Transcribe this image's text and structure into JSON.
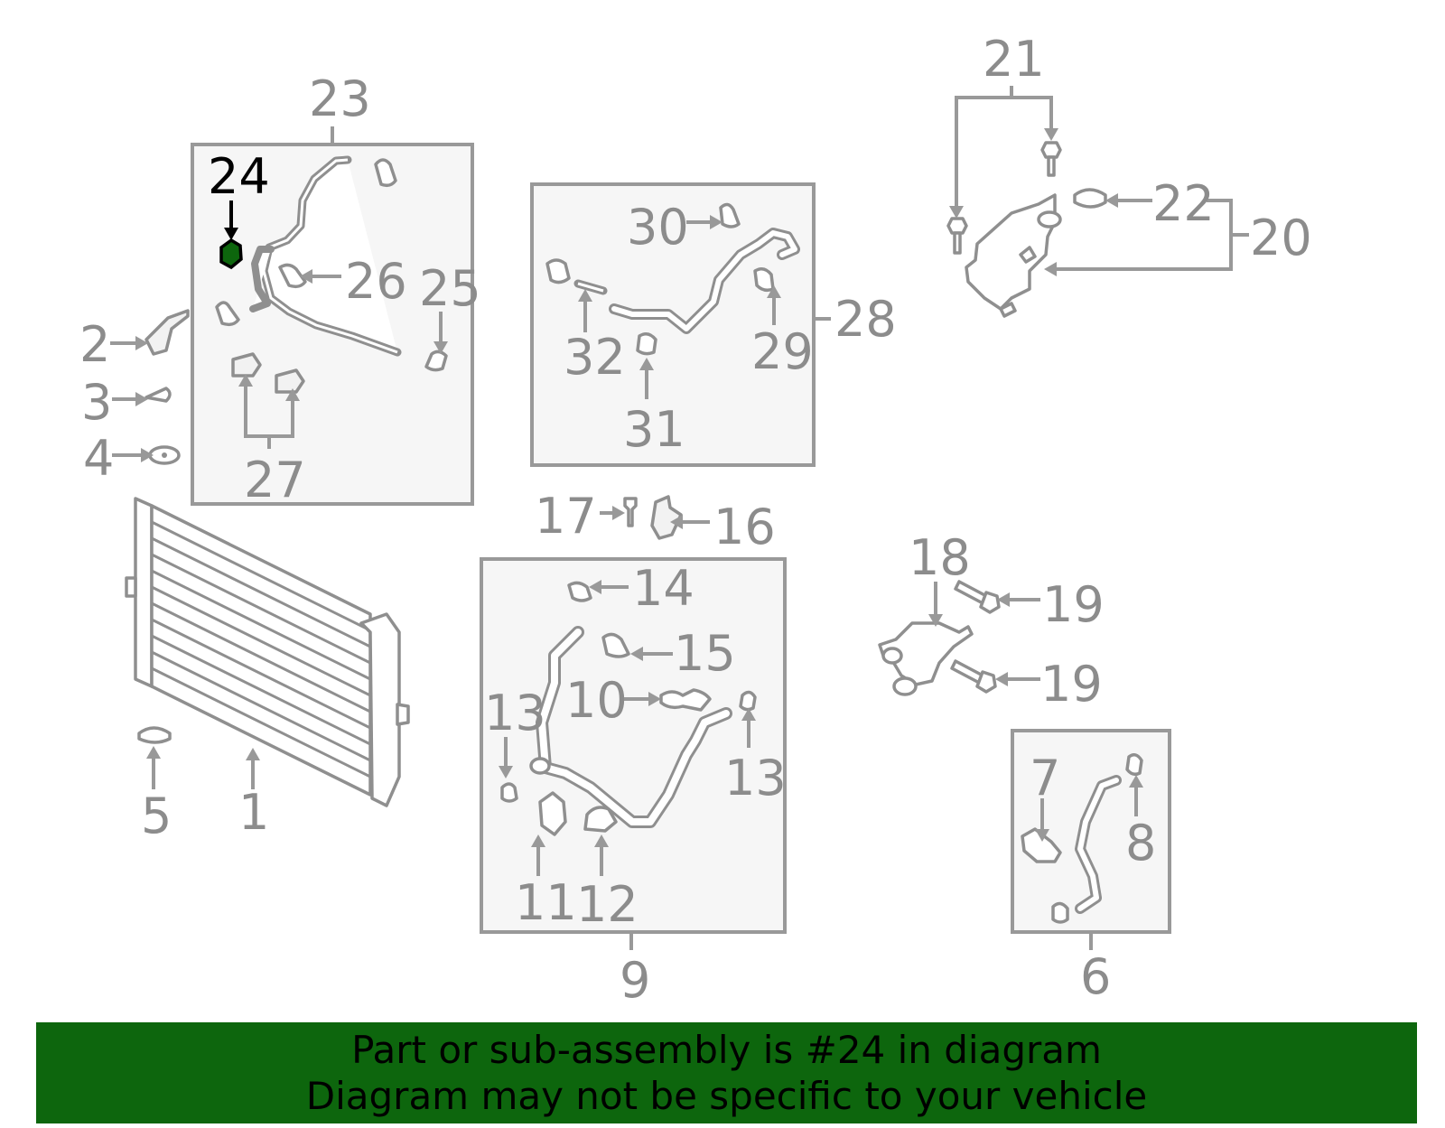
{
  "diagram": {
    "labels": {
      "l1": "1",
      "l2": "2",
      "l3": "3",
      "l4": "4",
      "l5": "5",
      "l6": "6",
      "l7": "7",
      "l8": "8",
      "l9": "9",
      "l10": "10",
      "l11": "11",
      "l12": "12",
      "l13a": "13",
      "l13b": "13",
      "l14": "14",
      "l15": "15",
      "l16": "16",
      "l17": "17",
      "l18": "18",
      "l19a": "19",
      "l19b": "19",
      "l20": "20",
      "l21": "21",
      "l22": "22",
      "l23": "23",
      "l24": "24",
      "l25": "25",
      "l26": "26",
      "l27": "27",
      "l28": "28",
      "l29": "29",
      "l30": "30",
      "l31": "31",
      "l32": "32"
    },
    "highlighted_part": "24",
    "highlight_color": "#0d660d"
  },
  "banner": {
    "line1": "Part or sub-assembly is #24 in diagram",
    "line2": "Diagram may not be specific to your vehicle",
    "background": "#0d660d"
  }
}
